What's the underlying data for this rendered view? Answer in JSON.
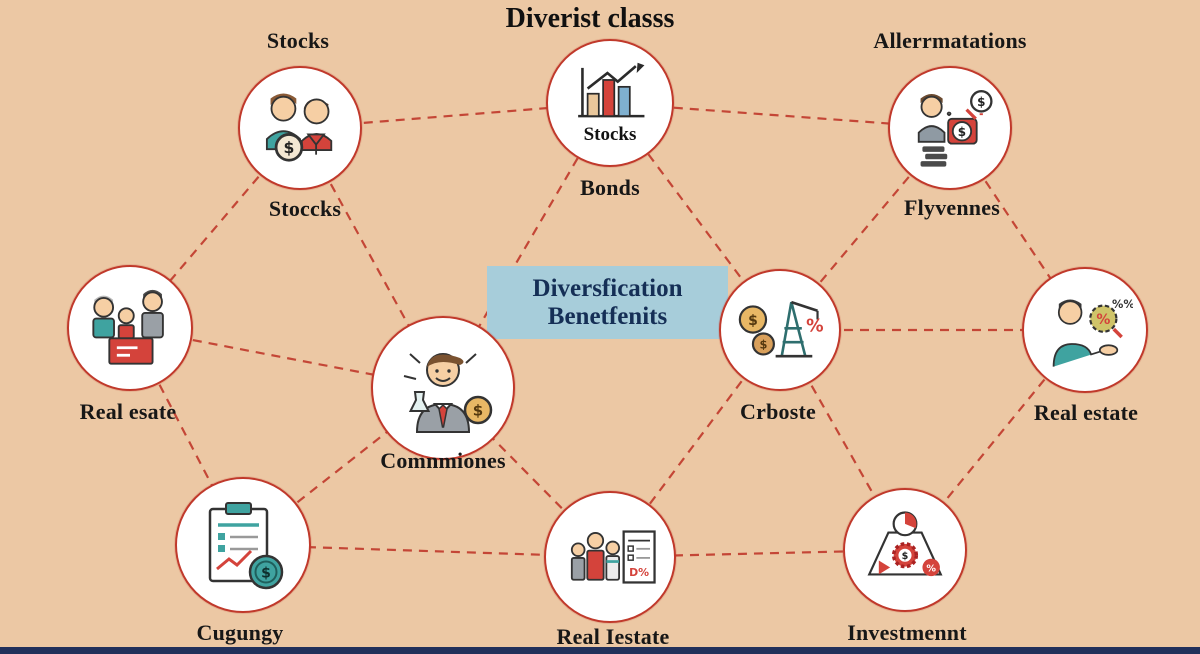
{
  "title": "Diverist classs",
  "banner": {
    "line1": "Diversfication",
    "line2": "Benetfenits"
  },
  "colors": {
    "background": "#ecc8a4",
    "connector": "#c0392b",
    "circle_fill": "#ffffff",
    "circle_stroke": "#c0392b",
    "banner_bg": "#a7cdda",
    "banner_text": "#152f56",
    "label_text": "#171717",
    "bottom_bar": "#21305b"
  },
  "nodes": [
    {
      "id": "stocks-top-left",
      "icon": "two-people-coin-icon",
      "label_above": "Stocks",
      "label_below": "Stoccks"
    },
    {
      "id": "stocks-bonds-top-center",
      "icon": "bar-chart-growth-icon",
      "inner_label": "Stocks",
      "label_below": "Bonds"
    },
    {
      "id": "alternatives-top-right",
      "icon": "person-cash-machine-icon",
      "label_above": "Allerrmatations",
      "label_below": "Flyvennes"
    },
    {
      "id": "real-estate-left",
      "icon": "family-counter-icon",
      "label_below": "Real esate"
    },
    {
      "id": "commodities-center",
      "icon": "businessman-flask-coin-icon",
      "label_below": "Comnmiones"
    },
    {
      "id": "crboste-mid-right",
      "icon": "oil-derrick-coins-icon",
      "label_below": "Crboste"
    },
    {
      "id": "real-estate-right",
      "icon": "person-percent-gear-icon",
      "label_below": "Real estate"
    },
    {
      "id": "cugungy-bottom-left",
      "icon": "checklist-chart-coin-icon",
      "label_below": "Cugungy"
    },
    {
      "id": "real-estate-bottom",
      "icon": "people-document-icon",
      "label_below": "Real Iestate"
    },
    {
      "id": "investment-bottom-right",
      "icon": "funnel-gear-pie-icon",
      "label_below": "Investmennt"
    }
  ]
}
